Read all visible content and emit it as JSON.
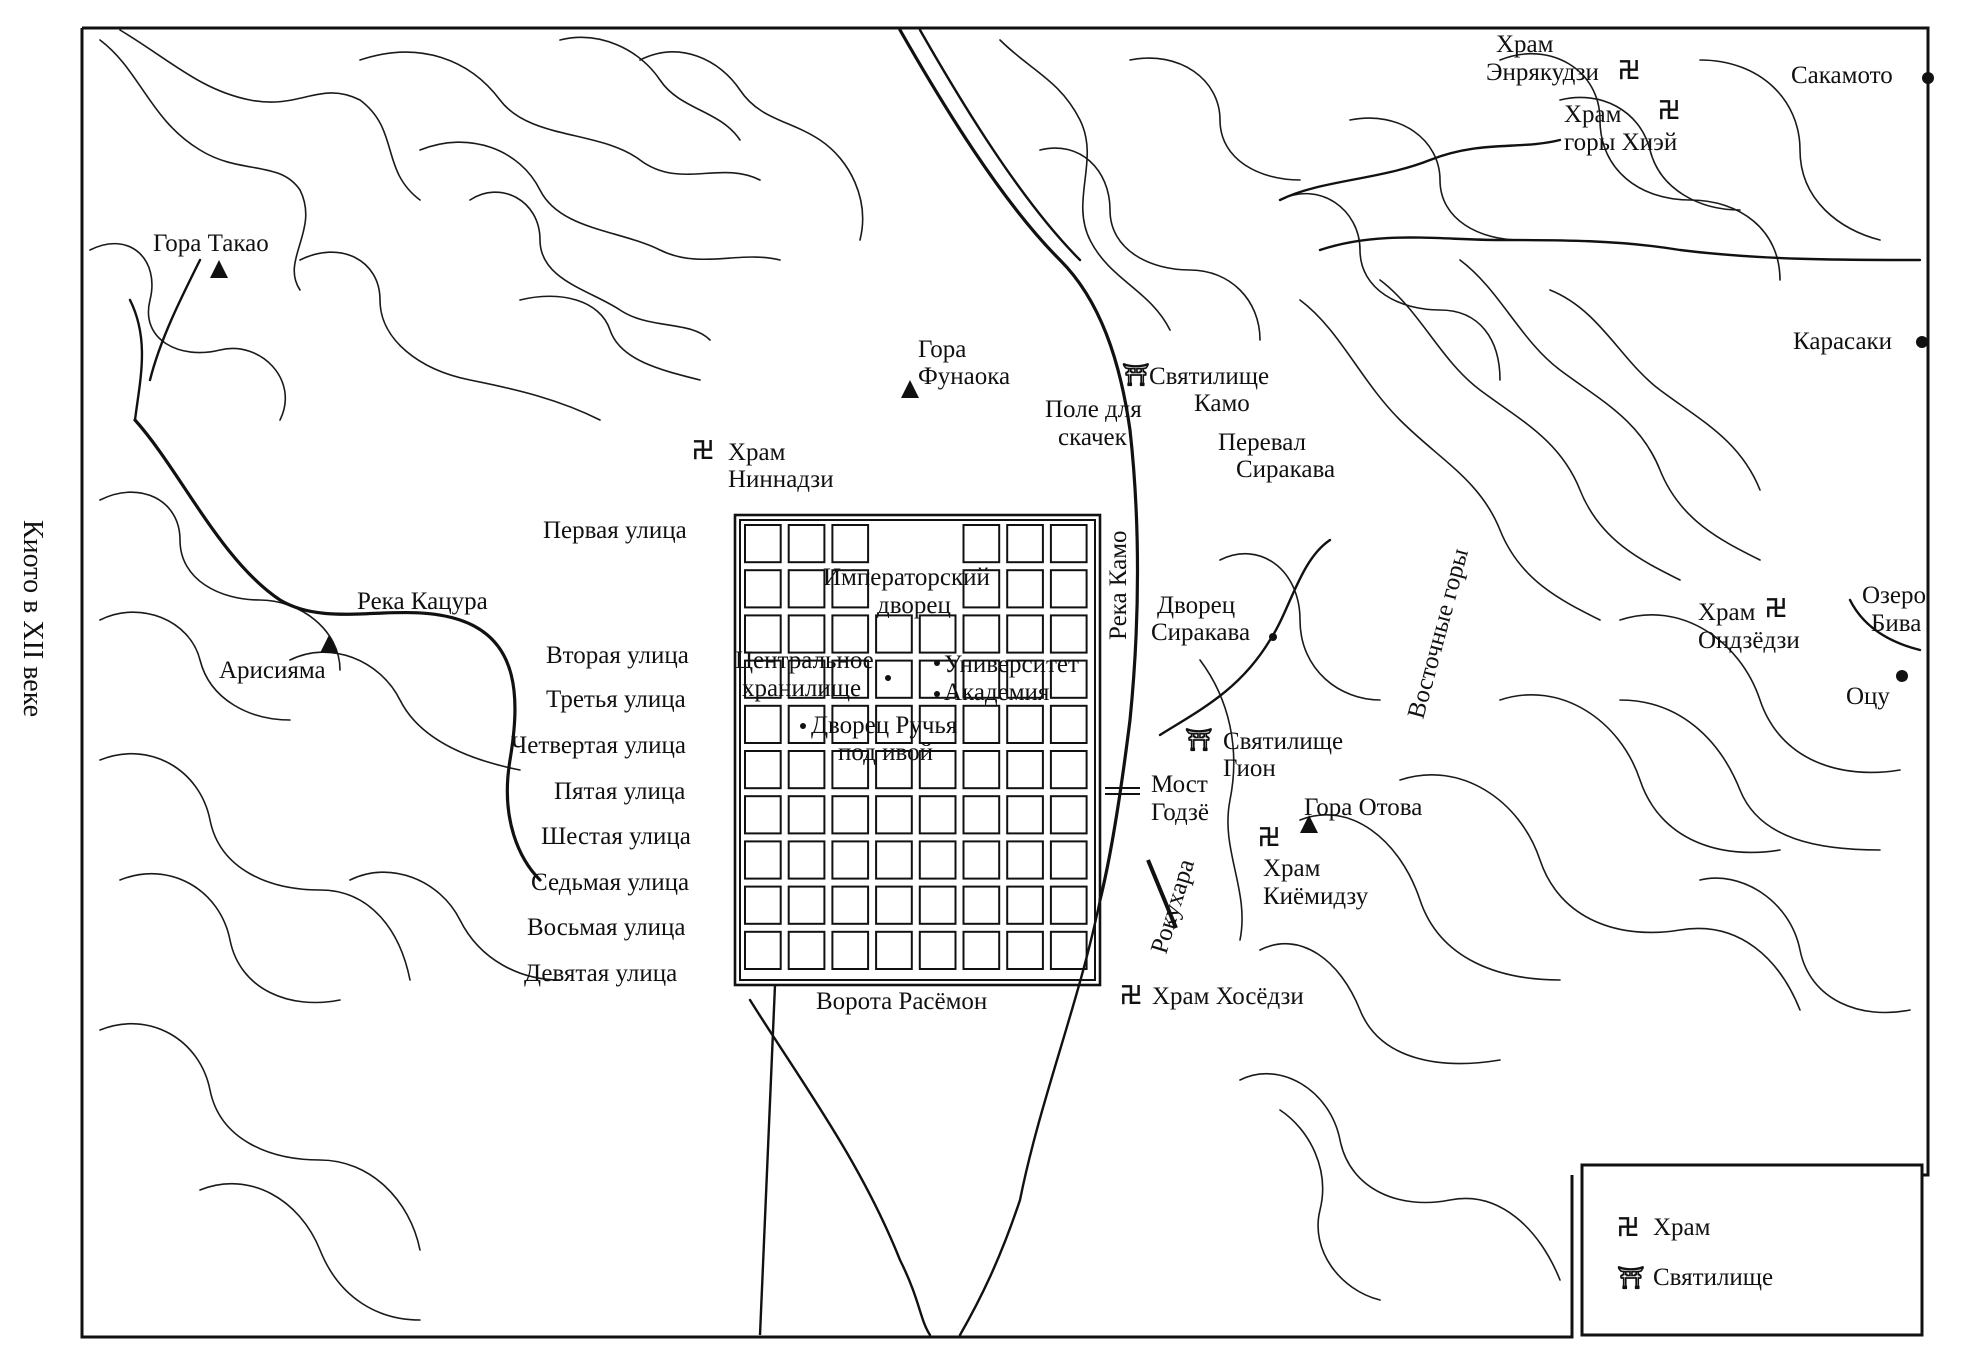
{
  "map": {
    "title": "Киото в XII веке",
    "legend": {
      "temple_symbol": "卍",
      "temple_label": "Храм",
      "shrine_symbol": "⛩",
      "shrine_label": "Святилище"
    },
    "labels": {
      "mount_takao": "Гора Такао",
      "mount_funaoka_1": "Гора",
      "mount_funaoka_2": "Фунаока",
      "ninnaji_1": "Храм",
      "ninnaji_2": "Ниннадзи",
      "katsura_river": "Река Кацура",
      "arisiyama": "Арисияма",
      "street_1": "Первая улица",
      "street_2": "Вторая улица",
      "street_3": "Третья улица",
      "street_4": "Четвертая улица",
      "street_5": "Пятая улица",
      "street_6": "Шестая улица",
      "street_7": "Седьмая улица",
      "street_8": "Восьмая улица",
      "street_9": "Девятая улица",
      "imperial_palace_1": "Императорский",
      "imperial_palace_2": "дворец",
      "central_store_1": "Центральное",
      "central_store_2": "хранилище",
      "university": "Университет",
      "academy": "Академия",
      "willow_palace_1": "Дворец Ручья",
      "willow_palace_2": "под ивой",
      "rashomon": "Ворота Расёмон",
      "kamo_river": "Река Камо",
      "race_field_1": "Поле для",
      "race_field_2": "скачек",
      "kamo_shrine_1": "Святилище",
      "kamo_shrine_2": "Камо",
      "shirakawa_pass_1": "Перевал",
      "shirakawa_pass_2": "Сиракава",
      "shirakawa_palace_1": "Дворец",
      "shirakawa_palace_2": "Сиракава",
      "gion_shrine_1": "Святилище",
      "gion_shrine_2": "Гион",
      "gojo_bridge_1": "Мост",
      "gojo_bridge_2": "Годзё",
      "mount_otowa": "Гора Отова",
      "kiyomizu_1": "Храм",
      "kiyomizu_2": "Киёмидзу",
      "rokuhara": "Рокухара",
      "hosoji": "Храм Хосёдзи",
      "eastern_mountains": "Восточные горы",
      "enryakuji_1": "Храм",
      "enryakuji_2": "Энрякудзи",
      "hiei_1": "Храм",
      "hiei_2": "горы Хиэй",
      "sakamoto": "Сакамото",
      "karasaki": "Карасаки",
      "onjoji_1": "Храм",
      "onjoji_2": "Ондзёдзи",
      "lake_biwa_1": "Озеро",
      "lake_biwa_2": "Бива",
      "otsu": "Оцу"
    }
  }
}
